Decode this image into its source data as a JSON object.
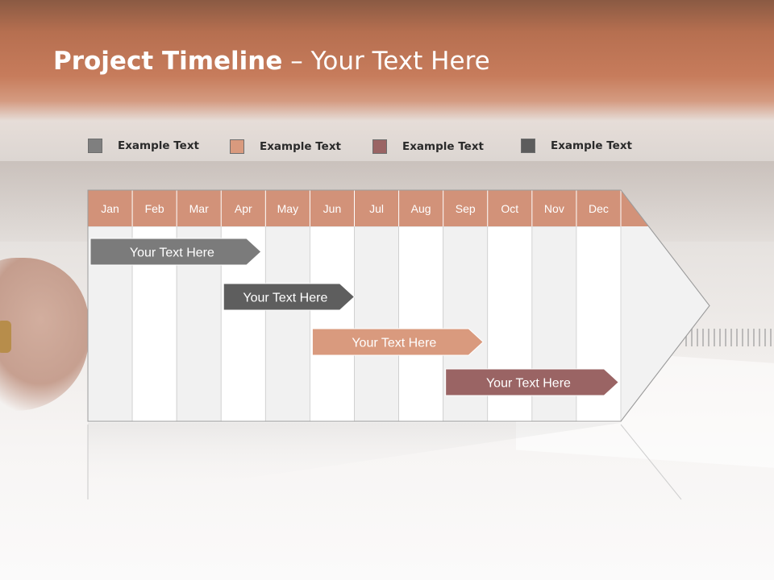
{
  "slide": {
    "title_bold": "Project Timeline",
    "title_rest": " – Your Text Here"
  },
  "legend": [
    {
      "label": "Example Text",
      "color": "#7f7f7f"
    },
    {
      "label": "Example Text",
      "color": "#d99a7e"
    },
    {
      "label": "Example Text",
      "color": "#9a6464"
    },
    {
      "label": "Example Text",
      "color": "#5c5c5c"
    }
  ],
  "timeline": {
    "header_color": "#d29279",
    "months": [
      "Jan",
      "Feb",
      "Mar",
      "Apr",
      "May",
      "Jun",
      "Jul",
      "Aug",
      "Sep",
      "Oct",
      "Nov",
      "Dec"
    ],
    "tasks": [
      {
        "label": "Your  Text Here",
        "start": 0,
        "end": 3.9,
        "color": "#7b7b7b"
      },
      {
        "label": "Your  Text Here",
        "start": 3,
        "end": 6.0,
        "color": "#5e5e5e"
      },
      {
        "label": "Your  Text Here",
        "start": 5,
        "end": 8.9,
        "color": "#d99a7e"
      },
      {
        "label": "Your  Text Here",
        "start": 8,
        "end": 11.95,
        "color": "#9a6464"
      }
    ]
  }
}
